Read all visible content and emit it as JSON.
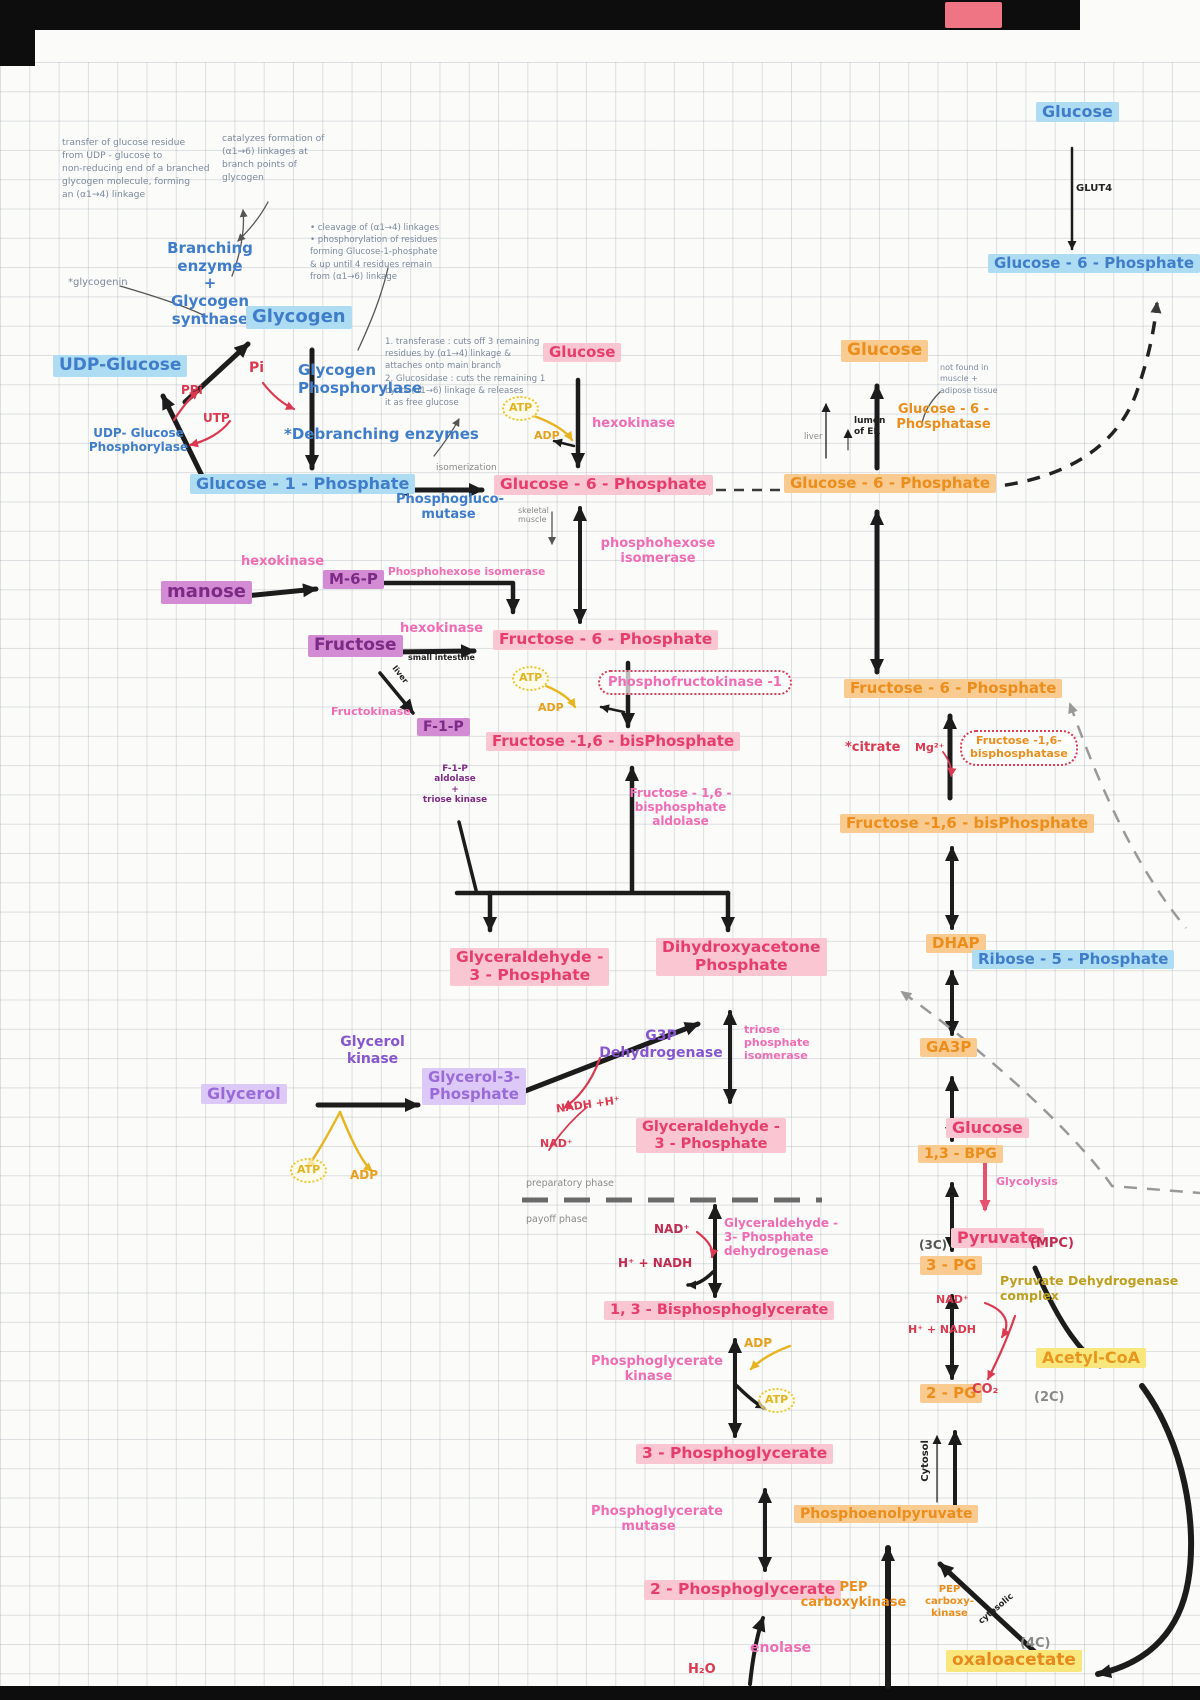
{
  "notes": {
    "transfer": "transfer of glucose residue\nfrom UDP - glucose to\nnon-reducing end of a branched\nglycogen molecule, forming\nan (α1→4) linkage",
    "branch": "catalyzes formation of\n(α1→6) linkages at\nbranch points of\nglycogen",
    "cleavage": "• cleavage of (α1→4) linkages\n• phosphorylation of residues\n  forming Glucose-1-phosphate\n  & up until 4 residues remain\n  from (α1→6) linkage",
    "debranch": "1. transferase : cuts off 3 remaining\n    residues by (α1→4) linkage &\n    attaches onto main branch\n2. Glucosidase : cuts the remaining 1\n    by its (α1→6) linkage & releases\n    it as free glucose",
    "glycogenin": "*glycogenin",
    "not_found": "not found in\nmuscle +\nadipose tissue",
    "isomerization": "isomerization",
    "skeletal_muscle": "skeletal\nmuscle",
    "liver": "liver",
    "lumen_of_er": "lumen\nof ER",
    "small_intestine": "small intestine",
    "preparatory_phase": "preparatory phase",
    "payoff_phase": "payoff phase",
    "cytosol": "Cytosol",
    "cytosolic": "cytosolic",
    "c2": "(2C)",
    "c3": "(3C)",
    "c4": "(4C)"
  },
  "glycogen": {
    "branching_enzyme": "Branching enzyme\n+\nGlycogen\nsynthase",
    "glycogen": "Glycogen",
    "udp_glucose": "UDP-Glucose",
    "udp_glucose_phosphorylase": "UDP- Glucose\nPhosphorylase",
    "glycogen_phosphorylase": "Glycogen\nPhosphorylase",
    "debranching_enzymes": "*Debranching enzymes",
    "g1p": "Glucose - 1 - Phosphate",
    "phosphoglucomutase": "Phosphogluco-\nmutase",
    "ppi": "PPi",
    "utp": "UTP",
    "pi": "Pi"
  },
  "glycolysis": {
    "glucose": "Glucose",
    "hexokinase": "hexokinase",
    "g6p": "Glucose - 6 - Phosphate",
    "phosphohexose_isomerase": "phosphohexose\nisomerase",
    "f6p": "Fructose - 6 - Phosphate",
    "pfk1": "Phosphofructokinase -1",
    "f16bp": "Fructose -1,6 - bisPhosphate",
    "f16bp_aldolase": "Fructose - 1,6 - bisphosphate\naldolase",
    "gap": "Glyceraldehyde -\n3 - Phosphate",
    "dhap": "Dihydroxyacetone\nPhosphate",
    "tpi": "triose\nphosphate\nisomerase",
    "gapdh": "Glyceraldehyde -\n3- Phosphate\ndehydrogenase",
    "bpg13": "1, 3 - Bisphosphoglycerate",
    "pgk": "Phosphoglycerate\nkinase",
    "pg3": "3 - Phosphoglycerate",
    "pgm": "Phosphoglycerate\nmutase",
    "pg2": "2 - Phosphoglycerate",
    "enolase": "enolase"
  },
  "fm": {
    "mannose": "manose",
    "hexokinase": "hexokinase",
    "m6p": "M-6-P",
    "phosphohexose_isomerase": "Phosphohexose isomerase",
    "fructose": "Fructose",
    "fructokinase": "Fructokinase",
    "f1p": "F-1-P",
    "f1p_aldolase": "F-1-P\naldolase\n+\ntriose kinase"
  },
  "glycerol": {
    "glycerol": "Glycerol",
    "glycerol_kinase": "Glycerol\nkinase",
    "g3p": "Glycerol-3-\nPhosphate",
    "g3p_dehydrogenase": "G3P\nDehydrogenase",
    "gap": "Glyceraldehyde -\n3 - Phosphate"
  },
  "gng": {
    "glucose": "Glucose",
    "g6pase": "Glucose - 6 -\nPhosphatase",
    "g6p": "Glucose - 6 - Phosphate",
    "f6p": "Fructose - 6 - Phosphate",
    "citrate": "*citrate",
    "mg": "Mg²⁺",
    "f16bpase": "Fructose -1,6-\nbisphosphatase",
    "f16bp": "Fructose -1,6 - bisPhosphate",
    "dhap": "DHAP",
    "ga3p": "GA3P",
    "bpg13": "1,3 - BPG",
    "pg3": "3 - PG",
    "pg2": "2 - PG",
    "pep": "Phosphoenolpyruvate",
    "pep_carboxykinase": "PEP\ncarboxykinase",
    "pep_carboxykinase2": "PEP\ncarboxy-\nkinase",
    "oxaloacetate": "oxaloacetate"
  },
  "transport": {
    "glucose": "Glucose",
    "glut": "GLUT4",
    "g6p": "Glucose - 6 - Phosphate"
  },
  "summary": {
    "ribose5p": "Ribose - 5 - Phosphate",
    "glucose": "Glucose",
    "glycolysis": "Glycolysis",
    "pyruvate": "Pyruvate",
    "mpc": "(MPC)",
    "pdc": "Pyruvate Dehydrogenase\ncomplex",
    "acetyl_coa": "Acetyl-CoA"
  },
  "cofactors": {
    "atp": "ATP",
    "adp": "ADP",
    "nad": "NAD⁺",
    "h_nadh": "H⁺ + NADH",
    "nadh_h": "NADH +H⁺",
    "co2": "CO₂",
    "h2o": "H₂O"
  },
  "colors": {
    "blue": "#3f7dca",
    "pink": "#e73d6b",
    "enzyme_pink": "#f06cb4",
    "purple": "#7c2a85",
    "lavender": "#9a6ad8",
    "orange": "#ec8d1c",
    "yellow": "#e8a01c",
    "red": "#dc3850",
    "olive": "#bfa01e"
  }
}
